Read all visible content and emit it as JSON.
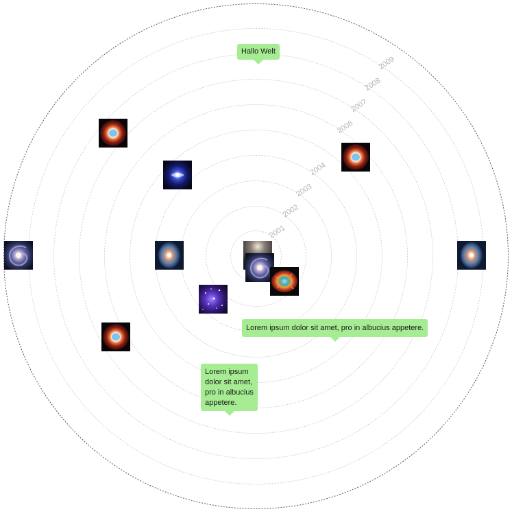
{
  "rings": {
    "labels": [
      "2001",
      "2002",
      "2003",
      "2004",
      "2006",
      "2007",
      "2008",
      "2009"
    ],
    "outer_color": "#555555",
    "inner_color": "#c6c6c6"
  },
  "bubbles": [
    {
      "name": "bubble-hallo-welt",
      "text": "Hallo Welt"
    },
    {
      "name": "bubble-lorem-wide",
      "text": "Lorem ipsum dolor sit amet, pro in albucius appetere."
    },
    {
      "name": "bubble-lorem-narrow",
      "text": "Lorem ipsum dolor sit amet, pro in albucius appetere."
    }
  ],
  "thumbnails": [
    {
      "name": "thumb-helix-nebula-upper-left",
      "icon": "helix-nebula"
    },
    {
      "name": "thumb-blue-star",
      "icon": "blue-star"
    },
    {
      "name": "thumb-helix-nebula-right",
      "icon": "helix-nebula"
    },
    {
      "name": "thumb-spiral-galaxy-left-edge",
      "icon": "spiral-galaxy"
    },
    {
      "name": "thumb-cats-eye-nebula-left",
      "icon": "cats-eye-nebula"
    },
    {
      "name": "thumb-cats-eye-nebula-right-edge",
      "icon": "cats-eye-nebula"
    },
    {
      "name": "thumb-nebula-glow-center",
      "icon": "nebula-glow"
    },
    {
      "name": "thumb-spiral-galaxy-center",
      "icon": "spiral-galaxy"
    },
    {
      "name": "thumb-crab-nebula-center",
      "icon": "crab-nebula"
    },
    {
      "name": "thumb-star-cluster",
      "icon": "star-cluster"
    },
    {
      "name": "thumb-helix-nebula-lower-left",
      "icon": "helix-nebula"
    }
  ],
  "colors": {
    "bubble": "#a6ec93",
    "ring_label": "#b3b3b3",
    "space_dark": "#0b0b1e"
  }
}
